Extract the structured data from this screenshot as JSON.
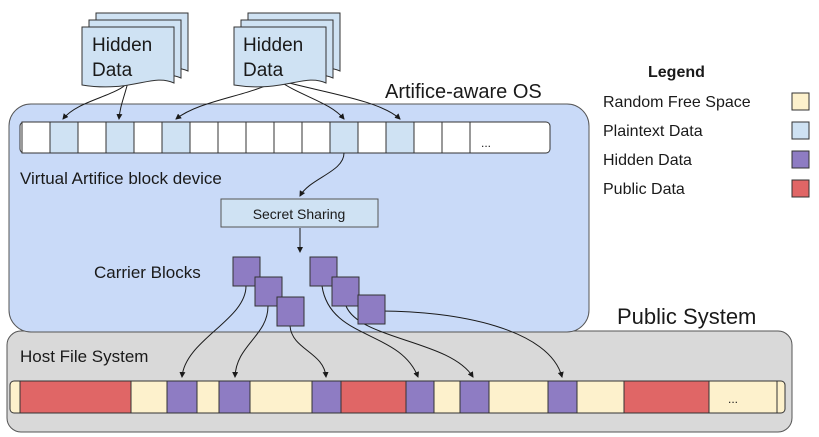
{
  "hidden_data_docs": [
    {
      "line1": "Hidden",
      "line2": "Data"
    },
    {
      "line1": "Hidden",
      "line2": "Data"
    }
  ],
  "artifice_os": {
    "title": "Artifice-aware OS"
  },
  "virtual_device": {
    "label": "Virtual Artifice block device",
    "ellipsis": "..."
  },
  "secret_sharing": {
    "label": "Secret Sharing"
  },
  "carrier_blocks": {
    "label": "Carrier Blocks"
  },
  "public_system": {
    "title": "Public System"
  },
  "host_fs": {
    "label": "Host File System",
    "ellipsis": "..."
  },
  "legend": {
    "title": "Legend",
    "items": [
      {
        "label": "Random Free Space",
        "color": "#fdf1cc"
      },
      {
        "label": "Plaintext Data",
        "color": "#cfe2f3"
      },
      {
        "label": "Hidden Data",
        "color": "#8e7cc3"
      },
      {
        "label": "Public Data",
        "color": "#e06666"
      }
    ]
  },
  "colors": {
    "os_box": "#c9daf8",
    "public_box": "#d9d9d9",
    "outline": "#1a1a1a"
  }
}
